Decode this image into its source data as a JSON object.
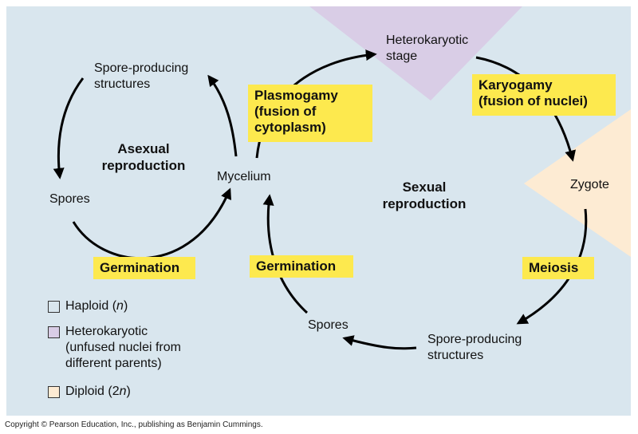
{
  "legend": [
    {
      "label": "Haploid",
      "symbol": "n",
      "color": "#d9e6ee"
    },
    {
      "label": "Heterokaryotic",
      "sublines": [
        "(unfused nuclei from",
        "different parents)"
      ],
      "color": "#d9cde6"
    },
    {
      "label": "Diploid",
      "symbol": "2n",
      "color": "#fdebd3"
    }
  ],
  "colors": {
    "haploid_background": "#d9e6ee",
    "heterokaryotic_region": "#d9cde6",
    "diploid_region": "#fdebd3",
    "highlight": "#fde94e",
    "arrows": "#000000"
  },
  "asexual": {
    "title_lines": [
      "Asexual",
      "reproduction"
    ],
    "spore_structures_lines": [
      "Spore-producing",
      "structures"
    ],
    "spores": "Spores",
    "germination": "Germination"
  },
  "mycelium": "Mycelium",
  "sexual": {
    "title_lines": [
      "Sexual",
      "reproduction"
    ],
    "plasmogamy_lines": [
      "Plasmogamy",
      "(fusion of",
      "cytoplasm)"
    ],
    "heterokaryotic_lines": [
      "Heterokaryotic",
      "stage"
    ],
    "karyogamy_lines": [
      "Karyogamy",
      "(fusion of nuclei)"
    ],
    "zygote": "Zygote",
    "meiosis": "Meiosis",
    "spore_structures_lines": [
      "Spore-producing",
      "structures"
    ],
    "spores": "Spores",
    "germination": "Germination"
  },
  "copyright": "Copyright © Pearson Education, Inc., publishing as Benjamin Cummings."
}
